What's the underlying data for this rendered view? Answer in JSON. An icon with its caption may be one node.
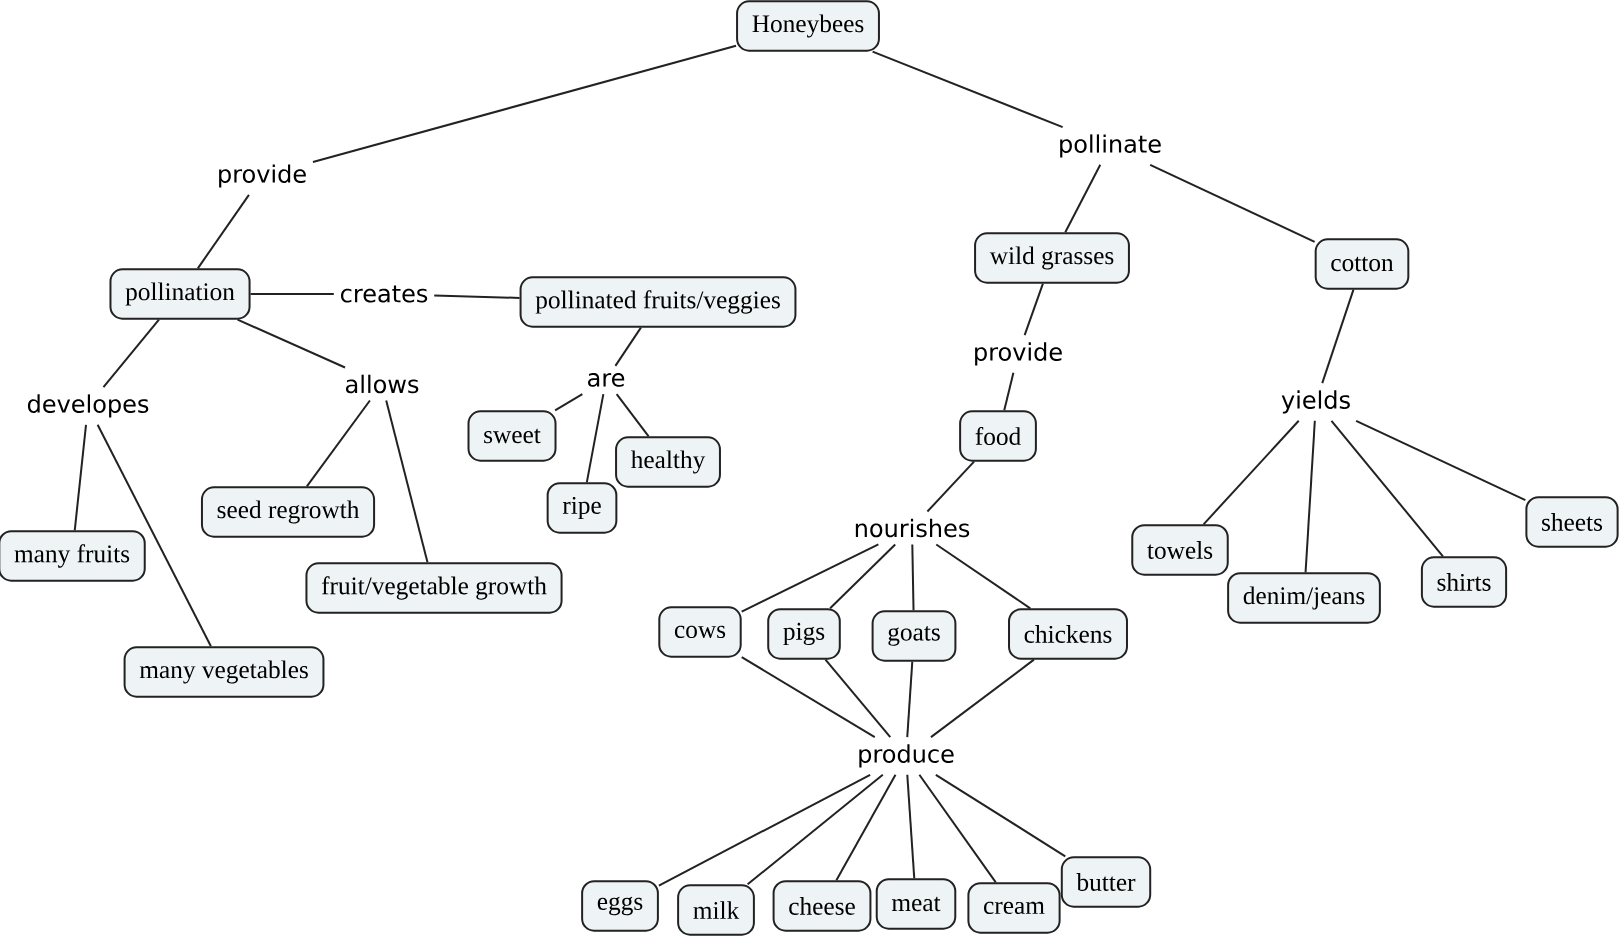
{
  "diagram": {
    "nodes": [
      {
        "text": [
          "Honeybees"
        ]
      },
      {
        "text": [
          "provide"
        ]
      },
      {
        "text": [
          "pollinate"
        ]
      },
      {
        "text": [
          "pollination"
        ]
      },
      {
        "text": [
          "creates"
        ]
      },
      {
        "text": [
          "pollinated fruits/veggies"
        ]
      },
      {
        "text": [
          "developes"
        ]
      },
      {
        "text": [
          "allows"
        ]
      },
      {
        "text": [
          "are"
        ]
      },
      {
        "text": [
          "sweet"
        ]
      },
      {
        "text": [
          "healthy"
        ]
      },
      {
        "text": [
          "seed regrowth"
        ]
      },
      {
        "text": [
          "ripe"
        ]
      },
      {
        "text": [
          "many fruits"
        ]
      },
      {
        "text": [
          "fruit/vegetable growth"
        ]
      },
      {
        "text": [
          "many vegetables"
        ]
      },
      {
        "text": [
          "wild grasses"
        ]
      },
      {
        "text": [
          "cotton"
        ]
      },
      {
        "text": [
          "provide"
        ]
      },
      {
        "text": [
          "yields"
        ]
      },
      {
        "text": [
          "food"
        ]
      },
      {
        "text": [
          "nourishes"
        ]
      },
      {
        "text": [
          "towels"
        ]
      },
      {
        "text": [
          "denim/jeans"
        ]
      },
      {
        "text": [
          "shirts"
        ]
      },
      {
        "text": [
          "sheets"
        ]
      },
      {
        "text": [
          "cows"
        ]
      },
      {
        "text": [
          "pigs"
        ]
      },
      {
        "text": [
          "goats"
        ]
      },
      {
        "text": [
          "chickens"
        ]
      },
      {
        "text": [
          "produce"
        ]
      },
      {
        "text": [
          "eggs"
        ]
      },
      {
        "text": [
          "milk"
        ]
      },
      {
        "text": [
          "cheese"
        ]
      },
      {
        "text": [
          "meat"
        ]
      },
      {
        "text": [
          "cream"
        ]
      },
      {
        "text": [
          "butter"
        ]
      }
    ],
    "edges": [
      {
        "from": 0,
        "to": 1,
        "arrow": "none"
      },
      {
        "from": 1,
        "to": 3,
        "arrow": "none"
      },
      {
        "from": 0,
        "to": 2,
        "arrow": "none"
      },
      {
        "from": 2,
        "to": 16,
        "arrow": "none"
      },
      {
        "from": 2,
        "to": 17,
        "arrow": "none"
      },
      {
        "from": 3,
        "to": 4,
        "arrow": "none"
      },
      {
        "from": 4,
        "to": 5,
        "arrow": "none"
      },
      {
        "from": 3,
        "to": 6,
        "arrow": "none"
      },
      {
        "from": 3,
        "to": 7,
        "arrow": "none"
      },
      {
        "from": 6,
        "to": 13,
        "arrow": "none"
      },
      {
        "from": 6,
        "to": 15,
        "arrow": "none"
      },
      {
        "from": 7,
        "to": 11,
        "arrow": "none"
      },
      {
        "from": 7,
        "to": 14,
        "arrow": "none"
      },
      {
        "from": 5,
        "to": 8,
        "arrow": "none"
      },
      {
        "from": 8,
        "to": 9,
        "arrow": "none"
      },
      {
        "from": 8,
        "to": 12,
        "arrow": "none"
      },
      {
        "from": 8,
        "to": 10,
        "arrow": "none"
      },
      {
        "from": 16,
        "to": 18,
        "arrow": "none"
      },
      {
        "from": 18,
        "to": 20,
        "arrow": "none"
      },
      {
        "from": 20,
        "to": 21,
        "arrow": "none"
      },
      {
        "from": 21,
        "to": 26,
        "arrow": "none"
      },
      {
        "from": 21,
        "to": 27,
        "arrow": "none"
      },
      {
        "from": 21,
        "to": 28,
        "arrow": "none"
      },
      {
        "from": 21,
        "to": 29,
        "arrow": "none"
      },
      {
        "from": 26,
        "to": 30,
        "arrow": "none"
      },
      {
        "from": 27,
        "to": 30,
        "arrow": "none"
      },
      {
        "from": 28,
        "to": 30,
        "arrow": "none"
      },
      {
        "from": 29,
        "to": 30,
        "arrow": "none"
      },
      {
        "from": 30,
        "to": 31,
        "arrow": "none"
      },
      {
        "from": 30,
        "to": 32,
        "arrow": "none"
      },
      {
        "from": 30,
        "to": 33,
        "arrow": "none"
      },
      {
        "from": 30,
        "to": 34,
        "arrow": "none"
      },
      {
        "from": 30,
        "to": 35,
        "arrow": "none"
      },
      {
        "from": 30,
        "to": 36,
        "arrow": "none"
      },
      {
        "from": 17,
        "to": 19,
        "arrow": "none"
      },
      {
        "from": 19,
        "to": 22,
        "arrow": "none"
      },
      {
        "from": 19,
        "to": 23,
        "arrow": "none"
      },
      {
        "from": 19,
        "to": 24,
        "arrow": "none"
      },
      {
        "from": 19,
        "to": 25,
        "arrow": "none"
      }
    ]
  }
}
